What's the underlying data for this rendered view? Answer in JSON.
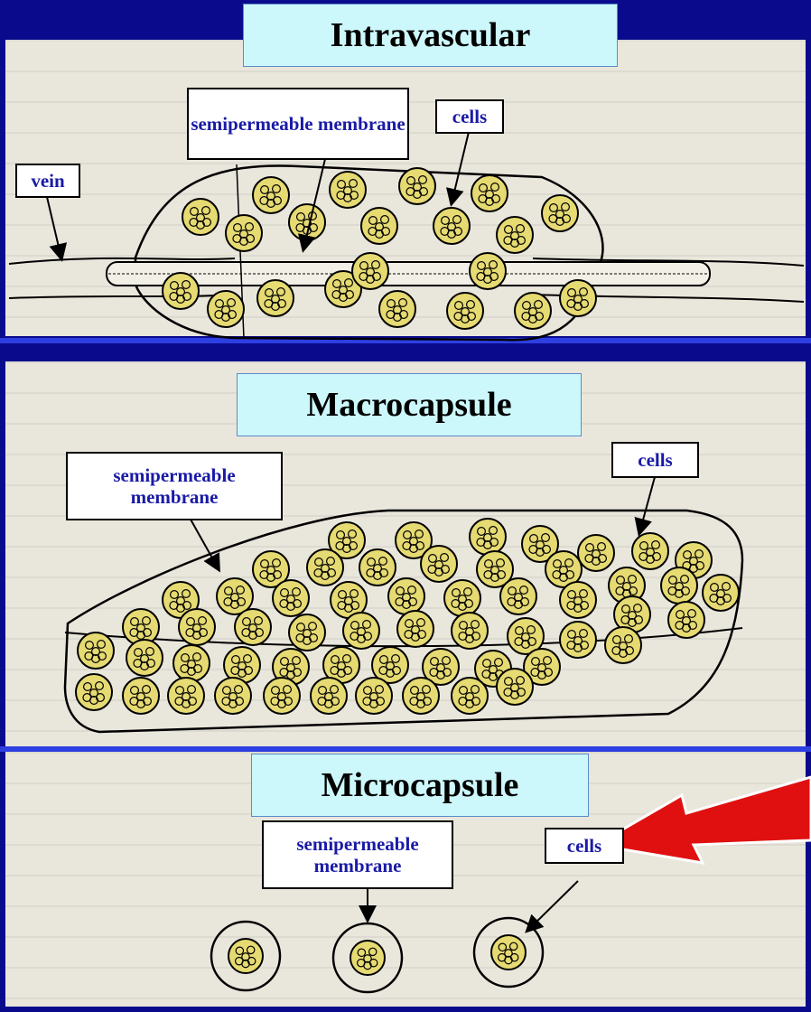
{
  "sections": {
    "intravascular": {
      "title": "Intravascular",
      "labels": {
        "membrane": "semipermeable membrane",
        "cells": "cells",
        "vein": "vein"
      }
    },
    "macrocapsule": {
      "title": "Macrocapsule",
      "labels": {
        "membrane": "semipermeable membrane",
        "cells": "cells"
      }
    },
    "microcapsule": {
      "title": "Microcapsule",
      "labels": {
        "membrane": "semipermeable membrane",
        "cells": "cells"
      }
    }
  },
  "colors": {
    "frame": "#0a0a8c",
    "separator": "#2d3fe0",
    "title_bg": "#cdf8fb",
    "label_text": "#1a1aa6",
    "cell_fill": "#e6da72",
    "arrow": "#e01010"
  }
}
